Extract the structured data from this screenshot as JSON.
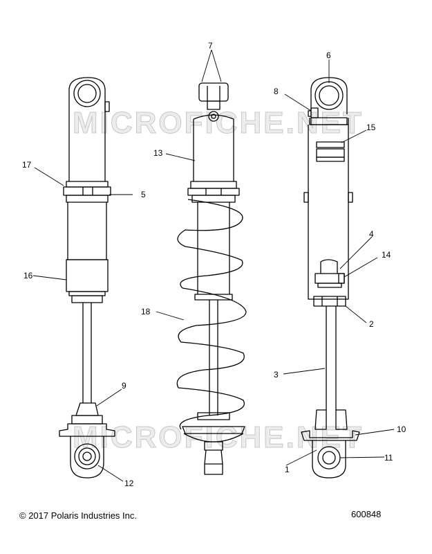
{
  "watermark": "MICROFICHE.NET",
  "callouts": {
    "c1": "1",
    "c2": "2",
    "c3": "3",
    "c4": "4",
    "c5": "5",
    "c6": "6",
    "c7": "7",
    "c8": "8",
    "c9": "9",
    "c10": "10",
    "c11": "11",
    "c12": "12",
    "c13": "13",
    "c14": "14",
    "c15": "15",
    "c16": "16",
    "c17": "17",
    "c18": "18"
  },
  "footer": {
    "copyright": "© 2017 Polaris Industries Inc.",
    "drawing_number": "600848"
  }
}
